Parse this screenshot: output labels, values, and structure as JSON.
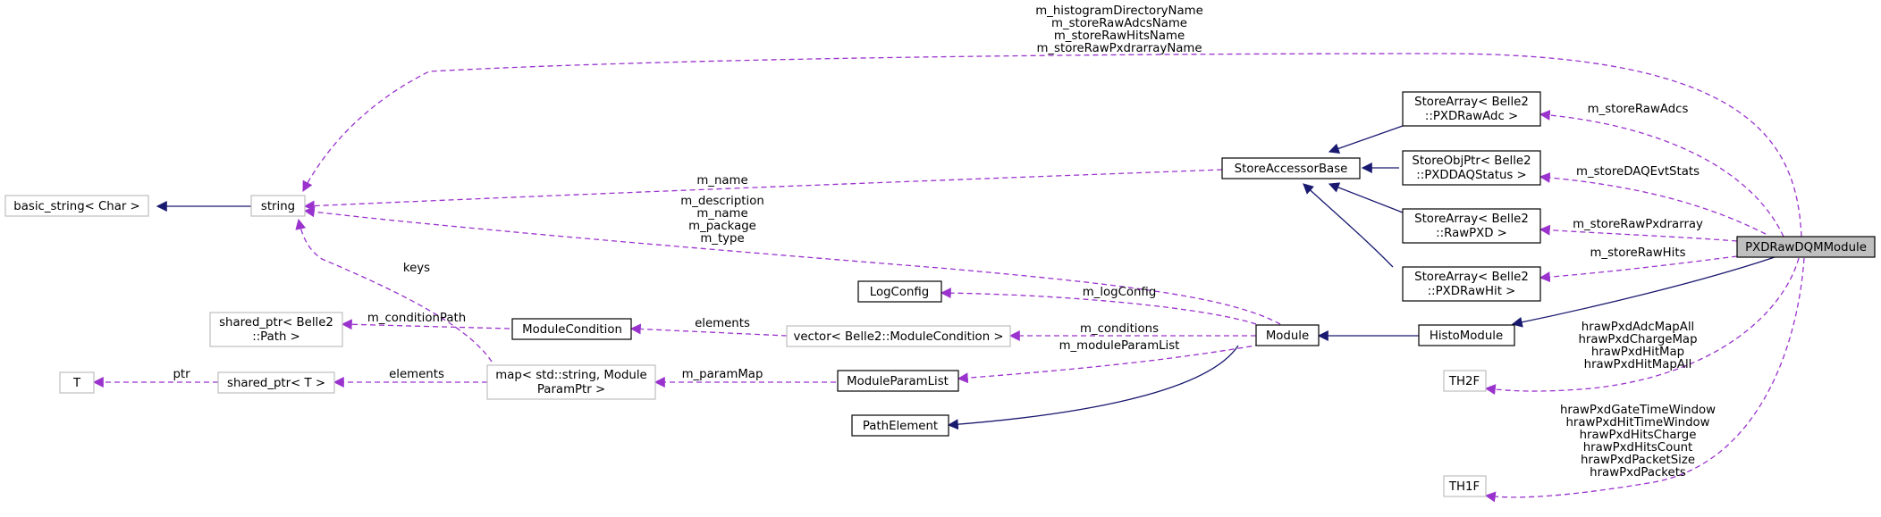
{
  "nodes": {
    "pxd_raw_dqm_module": [
      "PXDRawDQMModule"
    ],
    "store_array_raw_adc": [
      "StoreArray< Belle2",
      "::PXDRawAdc >"
    ],
    "store_obj_ptr_daq_status": [
      "StoreObjPtr< Belle2",
      "::PXDDAQStatus >"
    ],
    "store_array_raw_pxd": [
      "StoreArray< Belle2",
      "::RawPXD >"
    ],
    "store_array_raw_hit": [
      "StoreArray< Belle2",
      "::PXDRawHit >"
    ],
    "store_accessor_base": [
      "StoreAccessorBase"
    ],
    "string": [
      "string"
    ],
    "basic_string": [
      "basic_string< Char >"
    ],
    "histo_module": [
      "HistoModule"
    ],
    "module": [
      "Module"
    ],
    "log_config": [
      "LogConfig"
    ],
    "module_condition": [
      "ModuleCondition"
    ],
    "vector_module_condition": [
      "vector< Belle2::ModuleCondition >"
    ],
    "shared_ptr_path": [
      "shared_ptr< Belle2",
      "::Path >"
    ],
    "map_param": [
      "map< std::string, Module",
      "ParamPtr >"
    ],
    "module_param_list": [
      "ModuleParamList"
    ],
    "shared_ptr_t": [
      "shared_ptr< T >"
    ],
    "t": [
      "T"
    ],
    "path_element": [
      "PathElement"
    ],
    "th2f": [
      "TH2F"
    ],
    "th1f": [
      "TH1F"
    ]
  },
  "edge_labels": {
    "module_to_string_names": [
      "m_histogramDirectoryName",
      "m_storeRawAdcsName",
      "m_storeRawHitsName",
      "m_storeRawPxdrarrayName"
    ],
    "store_accessor_to_string": [
      "m_name"
    ],
    "module_to_string": [
      "m_description",
      "m_name",
      "m_package",
      "m_type"
    ],
    "map_keys": [
      "keys"
    ],
    "raw_adc": [
      "m_storeRawAdcs"
    ],
    "daq_status": [
      "m_storeDAQEvtStats"
    ],
    "raw_pxd": [
      "m_storeRawPxdrarray"
    ],
    "raw_hits": [
      "m_storeRawHits"
    ],
    "log_config": [
      "m_logConfig"
    ],
    "conditions": [
      "m_conditions"
    ],
    "param_list": [
      "m_moduleParamList"
    ],
    "elements_condition": [
      "elements"
    ],
    "condition_path": [
      "m_conditionPath"
    ],
    "param_map": [
      "m_paramMap"
    ],
    "elements_shared_ptr": [
      "elements"
    ],
    "ptr": [
      "ptr"
    ],
    "th2f": [
      "hrawPxdAdcMapAll",
      "hrawPxdChargeMap",
      "hrawPxdHitMap",
      "hrawPxdHitMapAll"
    ],
    "th1f": [
      "hrawPxdGateTimeWindow",
      "hrawPxdHitTimeWindow",
      "hrawPxdHitsCharge",
      "hrawPxdHitsCount",
      "hrawPxdPacketSize",
      "hrawPxdPackets"
    ]
  },
  "colors": {
    "inheritance_edge": "#191970",
    "usage_edge": "#9a32cd",
    "node_border": "#000000",
    "external_node_border": "#bfbfbf",
    "highlight_node_fill": "#bfbfbf"
  }
}
